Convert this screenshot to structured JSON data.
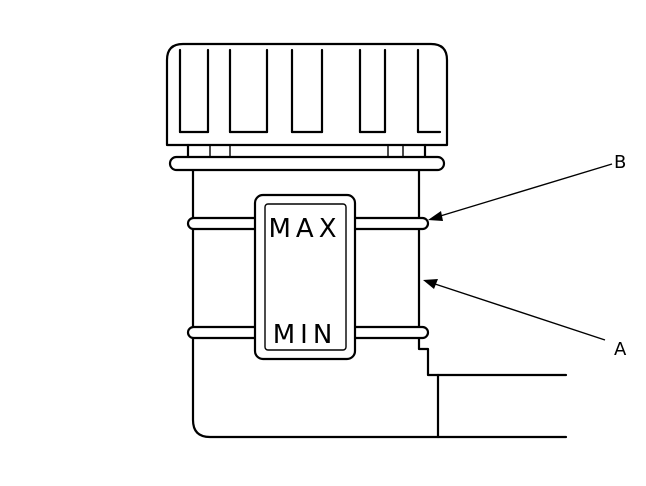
{
  "labels": {
    "callout_a": "A",
    "callout_b": "B",
    "max_mark": "MAX",
    "min_mark": "MIN"
  },
  "colors": {
    "line": "#000000",
    "background": "#ffffff"
  }
}
